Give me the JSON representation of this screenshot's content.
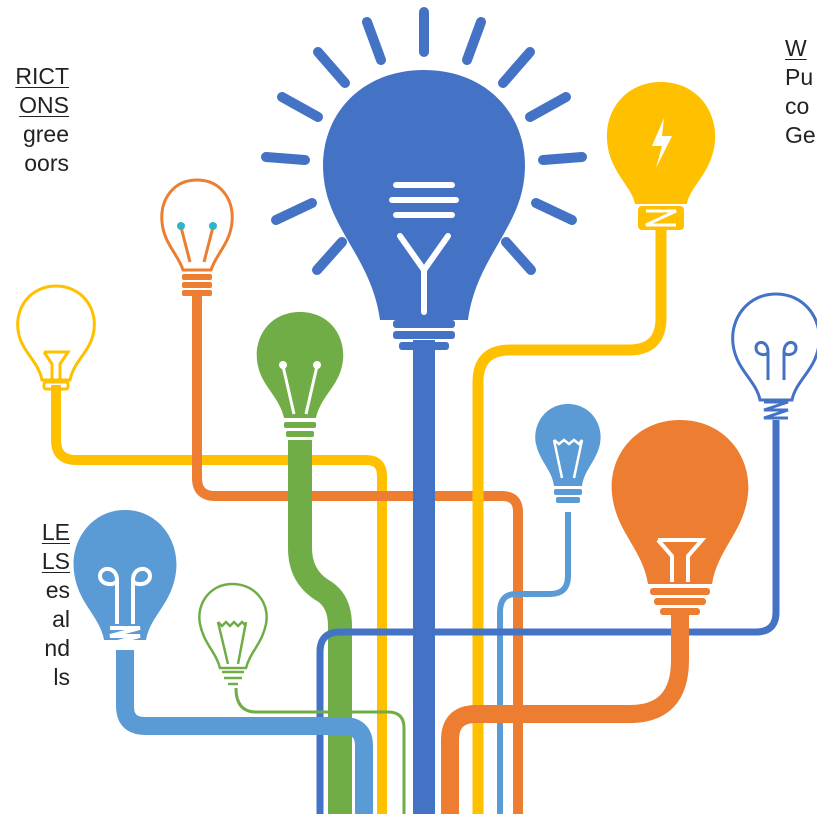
{
  "text_blocks": {
    "top_left": {
      "heading": [
        "RICT",
        "ONS"
      ],
      "body": [
        "gree",
        "oors"
      ]
    },
    "top_right": {
      "heading": [
        "W"
      ],
      "body": [
        "Pu",
        "co",
        "Ge"
      ]
    },
    "bottom_left": {
      "heading": [
        "LE",
        "LS"
      ],
      "body": [
        "es",
        "al",
        "nd",
        "ls"
      ]
    }
  },
  "colors": {
    "blue": "#4472C4",
    "light_blue": "#5B9BD5",
    "orange": "#ED7D31",
    "yellow": "#FFC000",
    "green": "#70AD47",
    "text": "#222222"
  },
  "bulbs": [
    {
      "name": "large-blue-bulb-icon",
      "color": "blue",
      "style": "filled-rays"
    },
    {
      "name": "yellow-lightning-bulb-icon",
      "color": "yellow",
      "style": "filled-bolt"
    },
    {
      "name": "orange-outline-bulb-icon",
      "color": "orange",
      "style": "outline"
    },
    {
      "name": "yellow-outline-bulb-icon",
      "color": "yellow",
      "style": "outline"
    },
    {
      "name": "green-filled-bulb-icon",
      "color": "green",
      "style": "filled"
    },
    {
      "name": "blue-outline-bulb-icon",
      "color": "blue",
      "style": "outline"
    },
    {
      "name": "small-light-blue-bulb-icon",
      "color": "light_blue",
      "style": "filled"
    },
    {
      "name": "orange-filled-bulb-icon",
      "color": "orange",
      "style": "filled"
    },
    {
      "name": "light-blue-filled-bulb-icon",
      "color": "light_blue",
      "style": "filled"
    },
    {
      "name": "green-outline-bulb-icon",
      "color": "green",
      "style": "outline"
    }
  ]
}
